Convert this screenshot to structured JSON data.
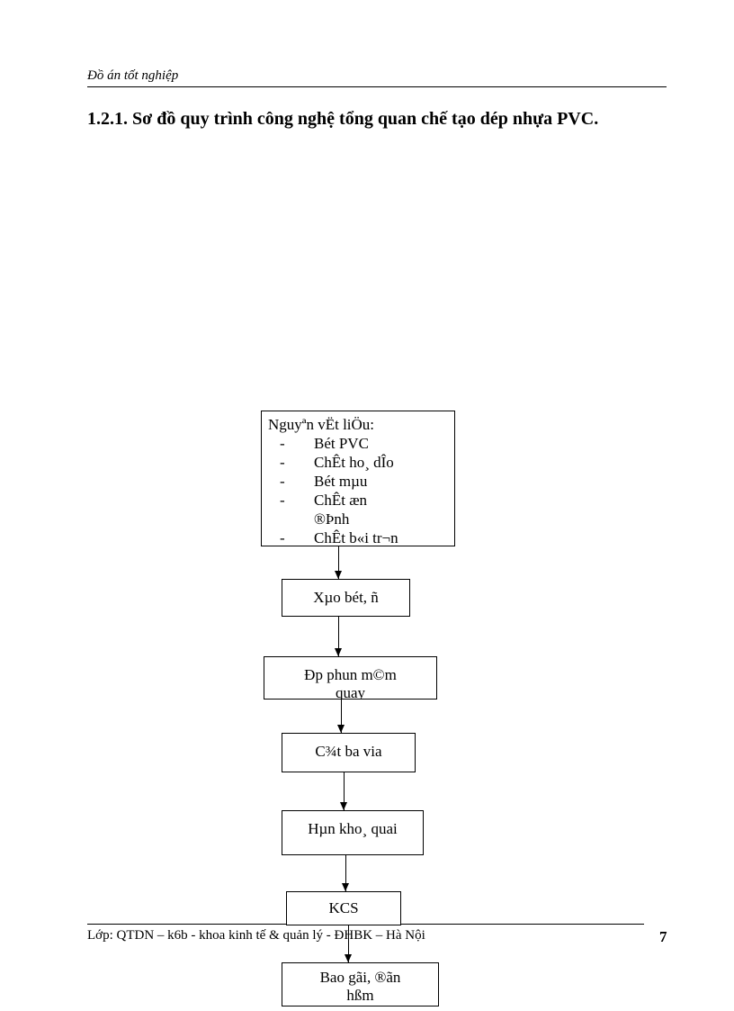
{
  "header": {
    "text": "Đồ án tốt nghiệp"
  },
  "title": "1.2.1. Sơ đồ quy trình công nghệ tổng quan chế tạo dép nhựa PVC.",
  "flowchart": {
    "materials": {
      "heading": "Nguyªn vËt liÖu:",
      "items": [
        "Bét PVC",
        "ChÊt ho¸ dÎo",
        "Bét mµu",
        "ChÊt æn ®Þnh",
        "ChÊt b«i tr¬n"
      ]
    },
    "steps": [
      "Xµo bét, ñ",
      "Ðp phun m©m quay",
      "C¾t ba via",
      "Hµn kho¸ quai",
      "KCS",
      "Bao gãi, ®ãn hßm"
    ]
  },
  "footer": {
    "text": "Lớp: QTDN – k6b - khoa kinh tế & quản lý - ĐHBK – Hà Nội",
    "page_number": "7"
  }
}
